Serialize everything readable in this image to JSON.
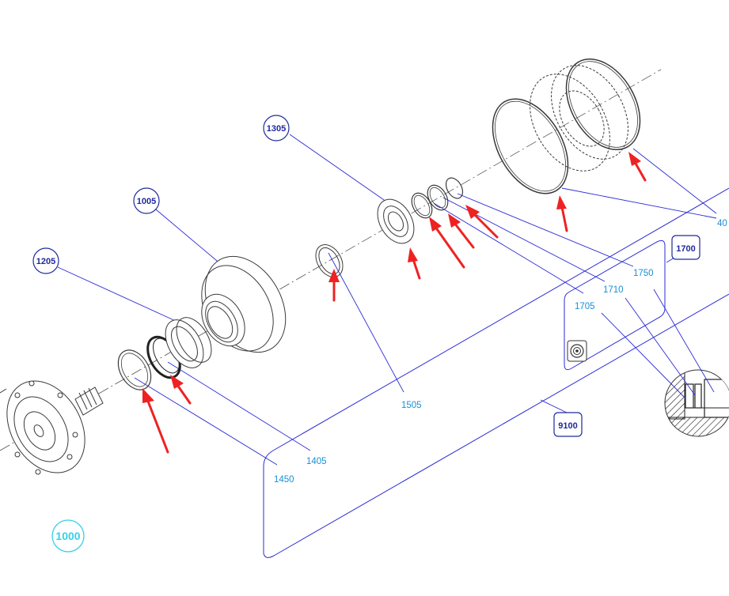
{
  "colors": {
    "leader": "#2b2bd6",
    "label_text": "#1a8fd4",
    "circle_label": "#1f2a9c",
    "main_label": "#38d0e8",
    "part_stroke": "#3a3a3a",
    "arrow": "#ee2222"
  },
  "labels": {
    "assembly": "1000",
    "hub": "1005",
    "bearing_inner": "1205",
    "bearing_outer": "1305",
    "seal_1405": "1405",
    "seal_1450": "1450",
    "ring_1505": "1505",
    "kit": "1700",
    "ring_1705": "1705",
    "ring_1710": "1710",
    "ring_1750": "1750",
    "cut_40": "40",
    "box": "9100"
  },
  "icons": [
    "arrow-icon",
    "seal-kit-icon",
    "detail-magnifier-icon"
  ]
}
